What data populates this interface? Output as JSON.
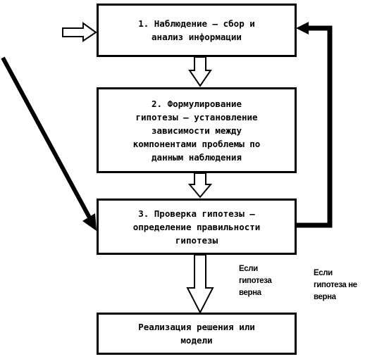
{
  "diagram": {
    "steps": [
      {
        "id": "step-observation",
        "text": "1. Наблюдение – сбор и\nанализ информации"
      },
      {
        "id": "step-hypothesis",
        "text": "2. Формулирование\nгипотезы – установление\nзависимости между\nкомпонентами проблемы по\nданным наблюдения"
      },
      {
        "id": "step-verification",
        "text": "3. Проверка гипотезы –\nопределение правильности\nгипотезы"
      },
      {
        "id": "step-realization",
        "text": "Реализация решения или\nмодели"
      }
    ],
    "labels": {
      "true_branch": "Если\nгипотеза\nверна",
      "false_branch": "Если\nгипотеза не\nверна"
    }
  }
}
